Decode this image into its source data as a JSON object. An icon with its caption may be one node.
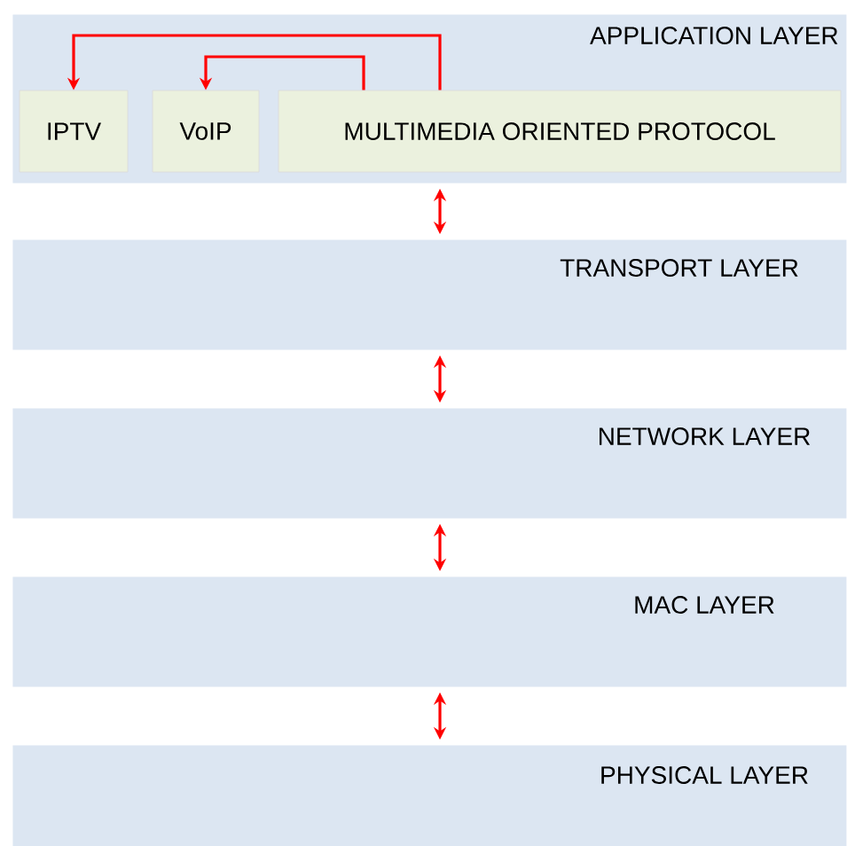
{
  "diagram": {
    "nodes": [
      {
        "text": [
          "APPLICATION LAYER"
        ]
      },
      {
        "text": [
          "IPTV"
        ],
        "in": 0
      },
      {
        "text": [
          "VoIP"
        ],
        "in": 0
      },
      {
        "text": [
          "MULTIMEDIA ORIENTED PROTOCOL"
        ],
        "in": 0
      },
      {
        "text": [
          "TRANSPORT LAYER"
        ]
      },
      {
        "text": [
          "NETWORK LAYER"
        ]
      },
      {
        "text": [
          "MAC LAYER"
        ]
      },
      {
        "text": [
          "PHYSICAL LAYER"
        ]
      }
    ],
    "edges": [
      {
        "from": 3,
        "to": 1,
        "arrow": "to"
      },
      {
        "from": 3,
        "to": 2,
        "arrow": "to"
      },
      {
        "from": 0,
        "to": 4,
        "arrow": "both"
      },
      {
        "from": 4,
        "to": 5,
        "arrow": "both"
      },
      {
        "from": 5,
        "to": 6,
        "arrow": "both"
      },
      {
        "from": 6,
        "to": 7,
        "arrow": "both"
      }
    ]
  }
}
